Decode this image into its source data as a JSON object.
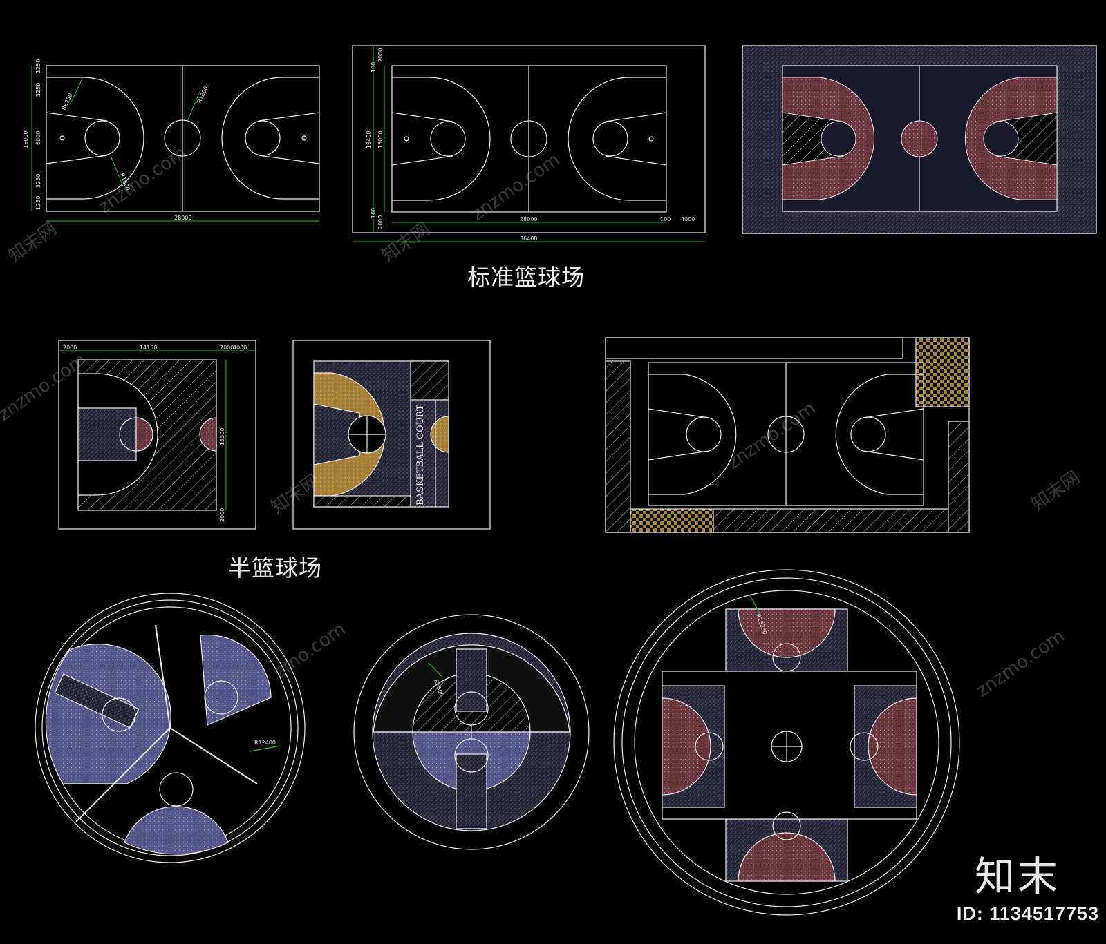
{
  "captions": {
    "standard_court": "标准篮球场",
    "half_court": "半篮球场"
  },
  "watermark": {
    "site": "znzmo.com",
    "brand_cn": "知末网",
    "brand_short": "知末"
  },
  "branding": {
    "logo": "知末",
    "id_label": "ID: 1134517753"
  },
  "dimensions": {
    "court1": {
      "w1": "1250",
      "w2": "3250",
      "w3": "6000",
      "w4": "3250",
      "w5": "1250",
      "total_h": "15000",
      "length": "28000",
      "r1": "R6250",
      "r2": "R1800",
      "r3": "R1800"
    },
    "court2": {
      "top": "2000",
      "top_inner": "100",
      "middle": "15000",
      "total": "19400",
      "bottom_inner": "100",
      "bottom": "2000",
      "length": "28000",
      "right_gap": "100",
      "right": "4000",
      "overall": "36400"
    },
    "half1": {
      "left": "2000",
      "width": "14150",
      "right_gap": "2000",
      "right": "4000",
      "depth": "15300",
      "bottom": "2000"
    },
    "round1": {
      "radius": "R12400"
    },
    "round2": {
      "radius": "R6500"
    },
    "round3": {
      "radius": "R18250"
    }
  },
  "court_text": {
    "basketball_court": "BASKETBALL COURT"
  },
  "colors": {
    "background": "#000000",
    "line": "#f2f2f2",
    "dim_green": "#22c12a",
    "granite": "#26263a",
    "maroon": "#6e3a44",
    "gold": "#b58c3c",
    "violet": "#5c5c8a"
  }
}
